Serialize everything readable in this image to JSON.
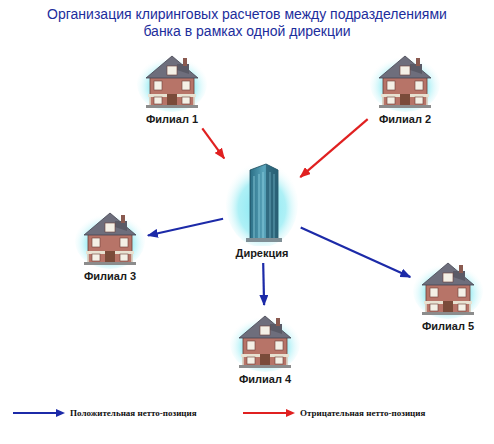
{
  "diagram": {
    "title": "Организация клиринговых расчетов между подразделениями банка в рамках одной дирекции",
    "nodes": [
      {
        "text": [
          "Филиал 1"
        ]
      },
      {
        "text": [
          "Филиал 2"
        ]
      },
      {
        "text": [
          "Дирекция"
        ]
      },
      {
        "text": [
          "Филиал 3"
        ]
      },
      {
        "text": [
          "Филиал 4"
        ]
      },
      {
        "text": [
          "Филиал 5"
        ]
      }
    ],
    "edges": [
      {
        "from": 0,
        "to": 2,
        "arrow": "to"
      },
      {
        "from": 1,
        "to": 2,
        "arrow": "to"
      },
      {
        "from": 2,
        "to": 3,
        "arrow": "to"
      },
      {
        "from": 2,
        "to": 4,
        "arrow": "to"
      },
      {
        "from": 2,
        "to": 5,
        "arrow": "to"
      }
    ],
    "legend": [
      {
        "text": "Положительная нетто-позиция"
      },
      {
        "text": "Отрицательная нетто-позиция"
      }
    ]
  }
}
